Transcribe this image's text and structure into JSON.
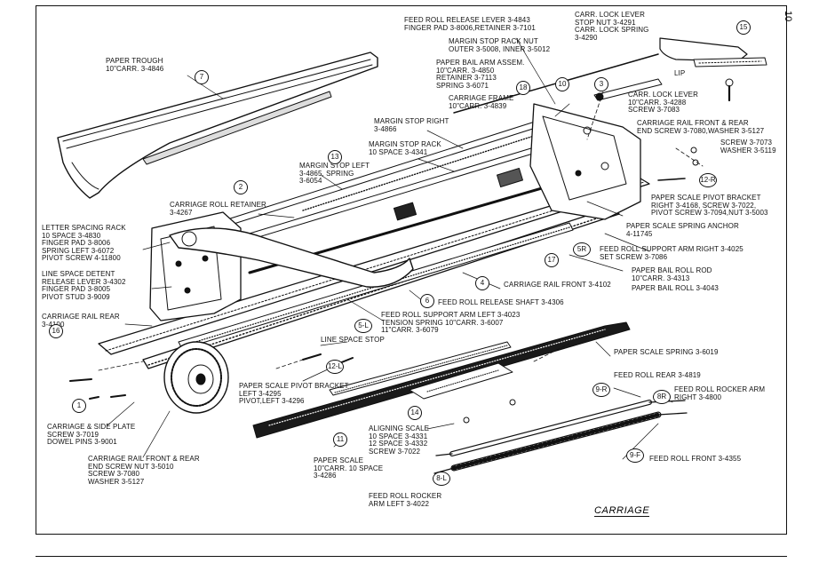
{
  "page_number": "10",
  "caption": "CARRIAGE",
  "labels": {
    "feed_roll_release_lever": "FEED ROLL RELEASE LEVER 3-4843\nFINGER PAD 3-8006,RETAINER 3-7101",
    "carr_lock_lever_stop": "CARR. LOCK LEVER\nSTOP NUT 3-4291\nCARR. LOCK SPRING\n3-4290",
    "margin_stop_rack_nut": "MARGIN STOP RACK NUT\nOUTER 3-5008, INNER 3-5012",
    "paper_bail_arm": "PAPER BAIL ARM ASSEM.\n10\"CARR. 3-4850\nRETAINER 3-7113\nSPRING 3-6071",
    "carriage_frame": "CARRIAGE FRAME\n10\"CARR. 3-4839",
    "paper_trough": "PAPER TROUGH\n10\"CARR. 3-4846",
    "lip": "LIP",
    "carr_lock_lever": "CARR. LOCK LEVER\n10\"CARR. 3-4288\nSCREW 3-7083",
    "carriage_rail_end_screw_right": "CARRIAGE RAIL FRONT & REAR\nEND SCREW 3-7080,WASHER 3-5127",
    "margin_stop_right": "MARGIN STOP RIGHT\n3-4866",
    "margin_stop_rack": "MARGIN STOP RACK\n10 SPACE 3-4341",
    "screw_washer": "SCREW 3-7073\nWASHER 3-5119",
    "margin_stop_left": "MARGIN STOP LEFT\n3-4865, SPRING\n3-6054",
    "carriage_roll_retainer": "CARRIAGE ROLL RETAINER\n3-4267",
    "paper_scale_pivot_bracket_right": "PAPER SCALE PIVOT BRACKET\nRIGHT 3-4168, SCREW 3-7022,\nPIVOT SCREW 3-7094,NUT 3-5003",
    "paper_scale_spring_anchor": "PAPER SCALE SPRING ANCHOR\n4-11745",
    "letter_spacing_rack": "LETTER SPACING RACK\n10 SPACE 3-4830\nFINGER PAD 3-8006\nSPRING LEFT 3-6072\nPIVOT SCREW 4-11800",
    "feed_roll_support_arm_right": "FEED ROLL SUPPORT ARM RIGHT 3-4025\nSET SCREW 3-7086",
    "line_space_detent": "LINE SPACE DETENT\nRELEASE LEVER 3-4302\nFINGER PAD 3-8005\nPIVOT STUD 3-9009",
    "paper_bail_roll_rod": "PAPER BAIL ROLL ROD\n10\"CARR. 3-4313",
    "carriage_rail_front": "CARRIAGE RAIL FRONT 3-4102",
    "paper_bail_roll": "PAPER BAIL ROLL 3-4043",
    "feed_roll_release_shaft": "FEED ROLL RELEASE SHAFT 3-4306",
    "carriage_rail_rear": "CARRIAGE RAIL REAR\n3-4100",
    "feed_roll_support_arm_left": "FEED ROLL SUPPORT ARM LEFT 3-4023\nTENSION SPRING 10\"CARR. 3-6007\n11\"CARR. 3-6079",
    "line_space_stop": "LINE SPACE STOP",
    "paper_scale_spring": "PAPER SCALE SPRING 3-6019",
    "feed_roll_rear": "FEED ROLL REAR 3-4819",
    "feed_roll_rocker_arm_right": "FEED ROLL ROCKER ARM\nRIGHT 3-4800",
    "paper_scale_pivot_bracket_left": "PAPER SCALE PIVOT BRACKET\nLEFT 3-4295\nPIVOT,LEFT 3-4296",
    "carriage_side_plate": "CARRIAGE & SIDE PLATE\nSCREW 3-7019\nDOWEL PINS 3-9001",
    "aligning_scale": "ALIGNING SCALE\n10 SPACE 3-4331\n12 SPACE 3-4332\nSCREW 3-7022",
    "carriage_rail_end_screw_left": "CARRIAGE RAIL FRONT & REAR\nEND SCREW NUT 3-5010\nSCREW 3-7080\nWASHER 3-5127",
    "feed_roll_front": "FEED ROLL FRONT 3-4355",
    "paper_scale": "PAPER SCALE\n10\"CARR. 10 SPACE\n3-4286",
    "feed_roll_rocker_arm_left": "FEED ROLL ROCKER\nARM LEFT 3-4022"
  },
  "callouts": [
    "15",
    "7",
    "10",
    "18",
    "3",
    "13",
    "2",
    "12-R",
    "5R",
    "17",
    "4",
    "6",
    "5-L",
    "16",
    "12-L",
    "1",
    "14",
    "11",
    "9-R",
    "8R",
    "9-F",
    "8-L"
  ]
}
